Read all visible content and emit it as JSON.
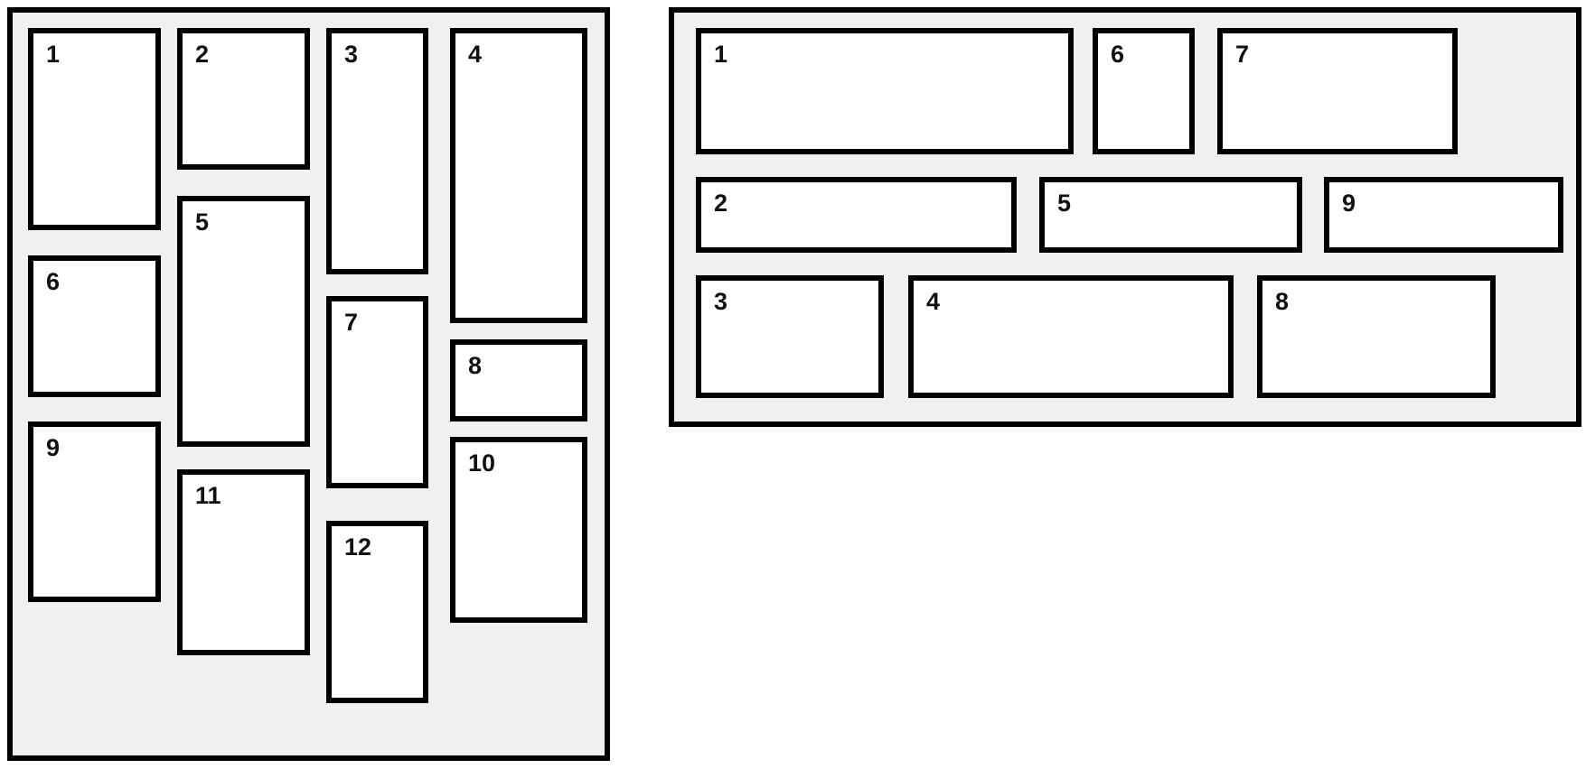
{
  "colors": {
    "panel_bg": "#f0f0f0",
    "box_bg": "#ffffff",
    "border": "#000000",
    "label": "#111111",
    "page_bg": "#ffffff"
  },
  "left_panel": {
    "boxes": [
      {
        "label": "1"
      },
      {
        "label": "2"
      },
      {
        "label": "3"
      },
      {
        "label": "4"
      },
      {
        "label": "5"
      },
      {
        "label": "6"
      },
      {
        "label": "7"
      },
      {
        "label": "8"
      },
      {
        "label": "9"
      },
      {
        "label": "10"
      },
      {
        "label": "11"
      },
      {
        "label": "12"
      }
    ]
  },
  "right_panel": {
    "boxes": [
      {
        "label": "1"
      },
      {
        "label": "2"
      },
      {
        "label": "3"
      },
      {
        "label": "4"
      },
      {
        "label": "5"
      },
      {
        "label": "6"
      },
      {
        "label": "7"
      },
      {
        "label": "8"
      },
      {
        "label": "9"
      }
    ]
  }
}
